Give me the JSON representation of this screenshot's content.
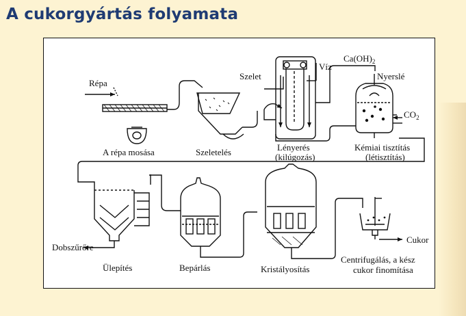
{
  "slide": {
    "title": "A cukorgyártás folyamata"
  },
  "labels": {
    "repa": "Répa",
    "repa_mosasa": "A répa mosása",
    "szeletelés": "Szeletelés",
    "szelet": "Szelet",
    "viz": "Víz",
    "caoh2": "Ca(OH)",
    "caoh2_sub": "2",
    "nyerslé": "Nyerslé",
    "co2": "CO",
    "co2_sub": "2",
    "lenyeres": "Lényerés",
    "kilugozas": "(kilúgozás)",
    "kemiai": "Kémiai tisztítás",
    "letisztitas": "(létisztítás)",
    "dobszurore": "Dobszűrőre",
    "ulepites": "Ülepítés",
    "beparlas": "Bepárlás",
    "kristalyositas": "Kristályosítás",
    "cukor": "Cukor",
    "centrifugalas": "Centrifugálás, a kész",
    "finomitasa": "cukor finomítása"
  }
}
